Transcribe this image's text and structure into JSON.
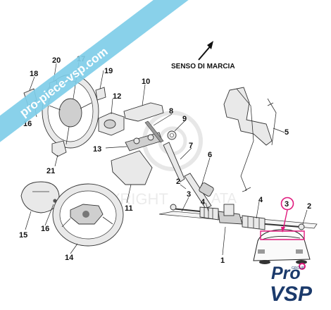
{
  "direction_label": "SENSO DI MARCIA",
  "watermark_band_text": "pro-piece-vsp.com",
  "watermark_copyright": "COPYRIGHT",
  "watermark_right_fragment": "ATA",
  "brand": {
    "logo_text": "ProVSP",
    "group_text": "GROUP",
    "accent_color": "#e0197d",
    "band_color": "#7fcde8"
  },
  "callouts": {
    "p1": "1",
    "p2a": "2",
    "p2b": "2",
    "p3a": "3",
    "p3b": "3",
    "p4a": "4",
    "p4b": "4",
    "p5": "5",
    "p6": "6",
    "p7": "7",
    "p8": "8",
    "p9": "9",
    "p10": "10",
    "p11": "11",
    "p12": "12",
    "p13": "13",
    "p14": "14",
    "p15": "15",
    "p16a": "16",
    "p16b": "16",
    "p17": "17",
    "p18": "18",
    "p19": "19",
    "p20": "20",
    "p21": "21"
  }
}
